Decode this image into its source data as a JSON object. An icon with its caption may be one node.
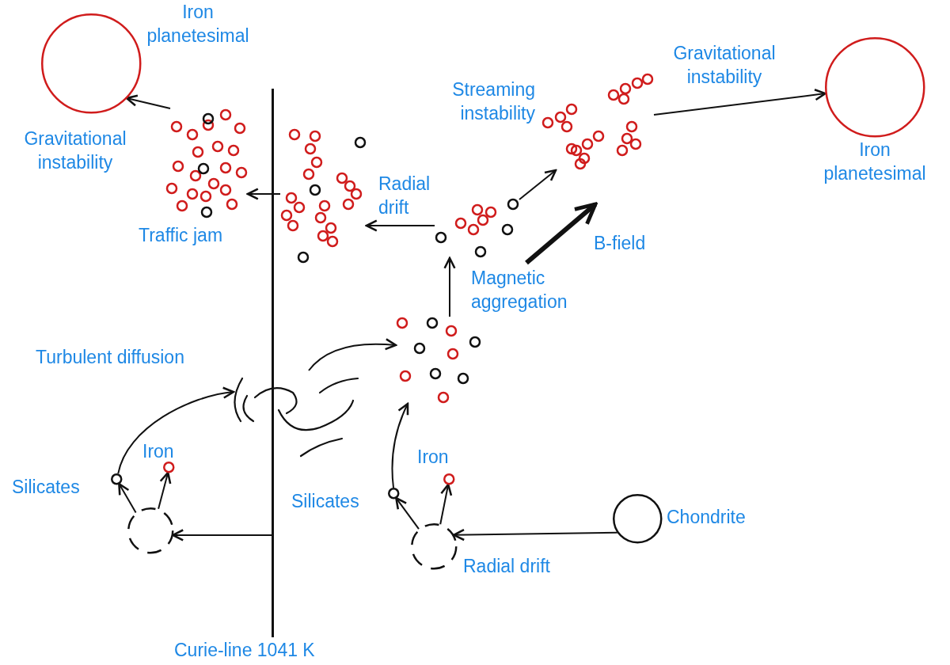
{
  "diagram": {
    "nodes": [
      {
        "text": [],
        "shape": "circle",
        "beside": [
          "Iron planetesimal"
        ]
      },
      {
        "text": [],
        "shape": "picture",
        "beside": [
          "Traffic jam"
        ]
      },
      {
        "text": [],
        "shape": "picture"
      },
      {
        "text": [],
        "shape": "picture",
        "beside": [
          "Streaming instability"
        ]
      },
      {
        "text": [],
        "shape": "circle",
        "beside": [
          "Iron planetesimal"
        ]
      },
      {
        "text": [],
        "shape": "picture"
      },
      {
        "text": [],
        "shape": "picture"
      },
      {
        "text": [],
        "shape": "picture",
        "beside": [
          "Turbulent diffusion"
        ]
      },
      {
        "text": [],
        "shape": "circle",
        "beside": [
          "Silicates"
        ]
      },
      {
        "text": [],
        "shape": "circle",
        "beside": [
          "Iron"
        ]
      },
      {
        "text": [],
        "shape": "circle"
      },
      {
        "text": [],
        "shape": "circle",
        "beside": [
          "Silicates"
        ]
      },
      {
        "text": [],
        "shape": "circle",
        "beside": [
          "Iron"
        ]
      },
      {
        "text": [],
        "shape": "circle",
        "beside": [
          "Radial drift"
        ]
      },
      {
        "text": [],
        "shape": "circle",
        "beside": [
          "Chondrite"
        ]
      },
      {
        "text": [],
        "shape": "bar",
        "beside": [
          "Curie-line 1041 K"
        ]
      }
    ],
    "edges": [
      {
        "from": 14,
        "to": 13,
        "arrow": "to"
      },
      {
        "from": 13,
        "to": 11,
        "arrow": "to"
      },
      {
        "from": 13,
        "to": 12,
        "arrow": "to"
      },
      {
        "from": 11,
        "to": 6,
        "arrow": "to"
      },
      {
        "from": 15,
        "to": 10,
        "arrow": "to"
      },
      {
        "from": 10,
        "to": 8,
        "arrow": "to"
      },
      {
        "from": 10,
        "to": 9,
        "arrow": "to"
      },
      {
        "from": 8,
        "to": 7,
        "arrow": "to"
      },
      {
        "from": 7,
        "to": 6,
        "arrow": "to"
      },
      {
        "from": 6,
        "to": 5,
        "arrow": "to",
        "label": "Magnetic aggregation"
      },
      {
        "from": 5,
        "to": 2,
        "arrow": "to",
        "label": "Radial drift"
      },
      {
        "from": 2,
        "to": 1,
        "arrow": "to"
      },
      {
        "from": 1,
        "to": 0,
        "arrow": "to",
        "label": "Gravitational instability"
      },
      {
        "from": 5,
        "to": 3,
        "arrow": "to"
      },
      {
        "from": 3,
        "to": 4,
        "arrow": "to",
        "label": "Gravitational instability"
      }
    ],
    "labels": [
      "B-field"
    ]
  }
}
